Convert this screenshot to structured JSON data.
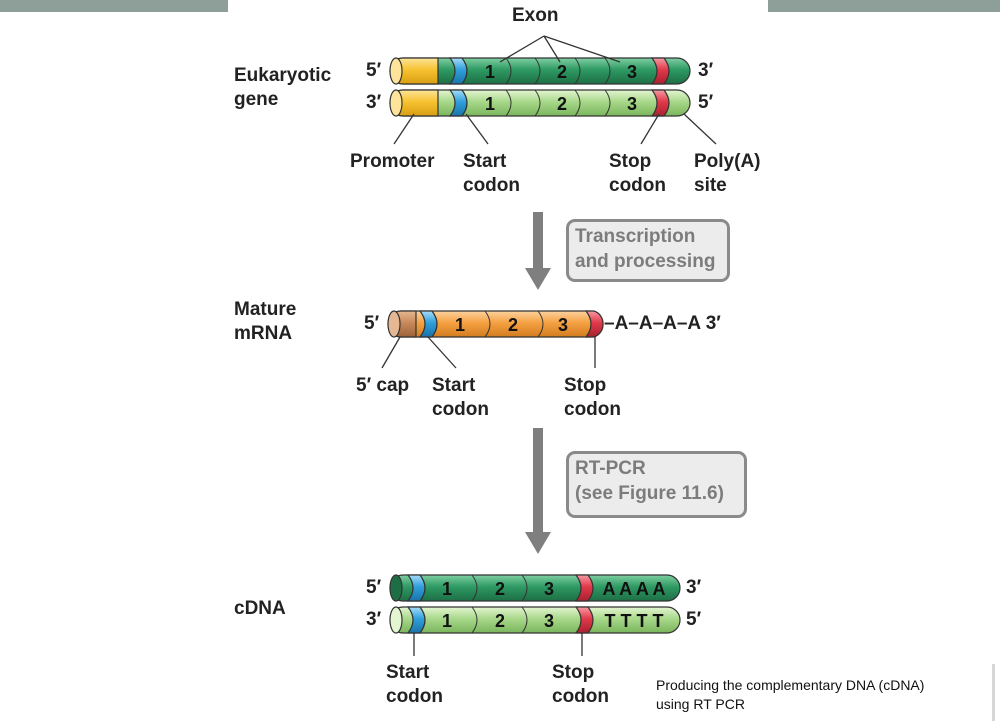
{
  "gene": {
    "title": "Eukaryotic\ngene",
    "exon_label": "Exon",
    "top_strand": {
      "five": "5′",
      "three": "3′"
    },
    "bottom_strand": {
      "three": "3′",
      "five": "5′"
    },
    "exons": [
      "1",
      "2",
      "3"
    ],
    "promoter": "Promoter",
    "start_codon": "Start\ncodon",
    "stop_codon": "Stop\ncodon",
    "polya": "Poly(A)\nsite"
  },
  "steps": {
    "transcription": "Transcription\nand processing",
    "rtpcr": "RT-PCR\n(see Figure 11.6)"
  },
  "mrna": {
    "title": "Mature\nmRNA",
    "five": "5′",
    "tail": "–A–A–A–A 3′",
    "exons": [
      "1",
      "2",
      "3"
    ],
    "cap": "5′ cap",
    "start_codon": "Start\ncodon",
    "stop_codon": "Stop\ncodon"
  },
  "cdna": {
    "title": "cDNA",
    "top_strand": {
      "five": "5′",
      "three": "3′"
    },
    "bottom_strand": {
      "three": "3′",
      "five": "5′"
    },
    "exons": [
      "1",
      "2",
      "3"
    ],
    "polya_top": "A A A A",
    "polyt_bottom": "T T T T",
    "start_codon": "Start\ncodon",
    "stop_codon": "Stop\ncodon"
  },
  "caption": "Producing the complementary DNA (cDNA)\nusing RT PCR",
  "colors": {
    "dark_green": "#2e9a63",
    "light_green": "#a8d88a",
    "promoter_yellow": "#f7c231",
    "mrna_orange": "#f5a142",
    "cap_brown": "#c98a5a",
    "start_blue": "#2f9fdc",
    "stop_red": "#e2394a",
    "arrow_gray": "#7f7f7f"
  }
}
